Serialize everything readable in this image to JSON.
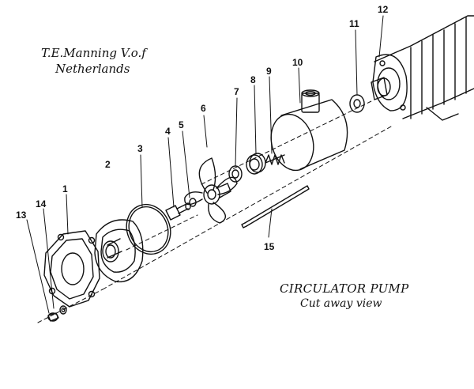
{
  "captions": {
    "maker": "T.E.Manning V.o.f",
    "country": "Netherlands",
    "title": "CIRCULATOR PUMP",
    "subtitle": "Cut away view"
  },
  "parts": {
    "p1": "1",
    "p2": "2",
    "p3": "3",
    "p4": "4",
    "p5": "5",
    "p6": "6",
    "p7": "7",
    "p8": "8",
    "p9": "9",
    "p10": "10",
    "p11": "11",
    "p12": "12",
    "p13": "13",
    "p14": "14",
    "p15": "15"
  }
}
